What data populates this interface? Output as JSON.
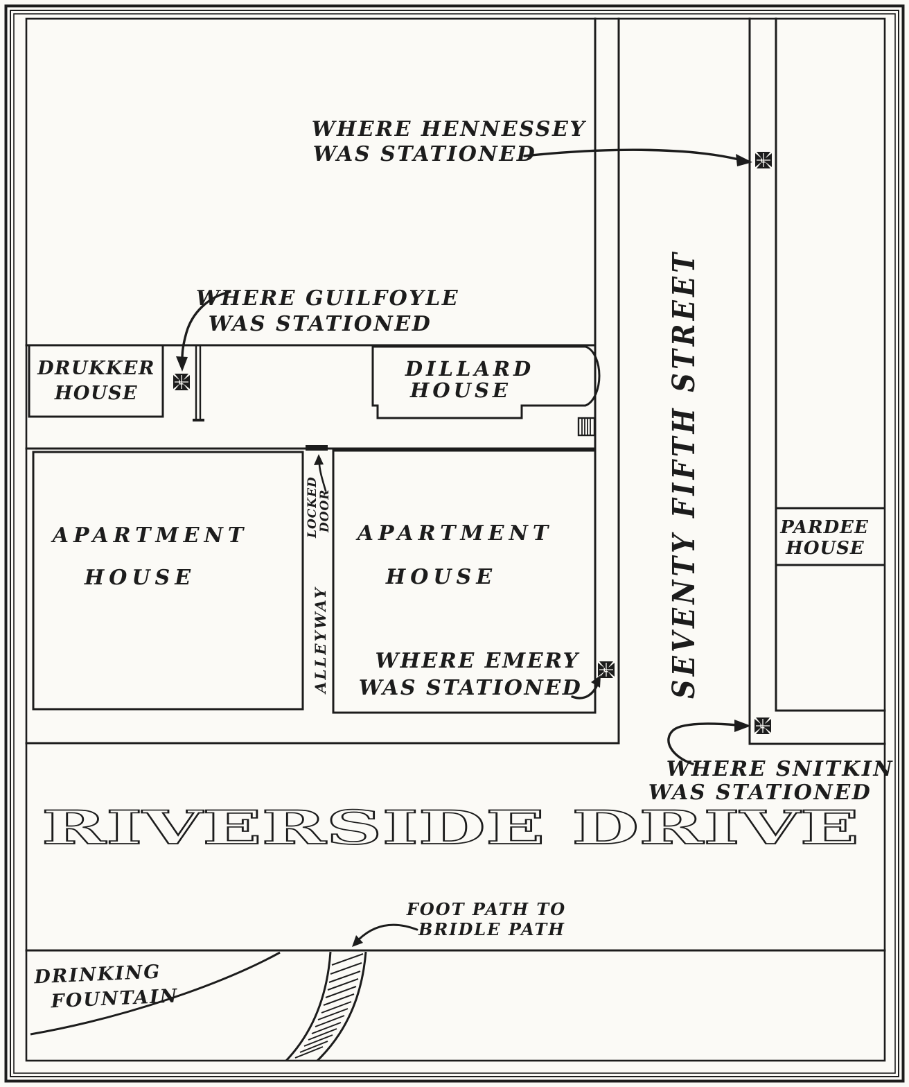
{
  "streets": {
    "seventy_fifth": "SEVENTY FIFTH STREET",
    "riverside": "RIVERSIDE DRIVE"
  },
  "buildings": {
    "drukker": {
      "line1": "DRUKKER",
      "line2": "HOUSE"
    },
    "dillard": {
      "line1": "DILLARD",
      "line2": "HOUSE"
    },
    "pardee": {
      "line1": "PARDEE",
      "line2": "HOUSE"
    },
    "apartment_west": {
      "line1": "APARTMENT",
      "line2": "HOUSE"
    },
    "apartment_east": {
      "line1": "APARTMENT",
      "line2": "HOUSE"
    }
  },
  "stations": {
    "hennessey": {
      "line1": "WHERE HENNESSEY",
      "line2": "WAS STATIONED"
    },
    "guilfoyle": {
      "line1": "WHERE GUILFOYLE",
      "line2": "WAS STATIONED"
    },
    "emery": {
      "line1": "WHERE EMERY",
      "line2": "WAS STATIONED"
    },
    "snitkin": {
      "line1": "WHERE SNITKIN",
      "line2": "WAS STATIONED"
    }
  },
  "features": {
    "alleyway": "ALLEYWAY",
    "locked_door": {
      "line1": "LOCKED",
      "line2": "DOOR"
    },
    "foot_path": {
      "line1": "FOOT PATH TO",
      "line2": "BRIDLE PATH"
    },
    "drinking_fountain": {
      "line1": "DRINKING",
      "line2": "FOUNTAIN"
    }
  },
  "markers": {
    "station_symbol": "maltese-cross"
  },
  "colors": {
    "ink": "#1c1c1c",
    "paper": "#fbfaf6"
  }
}
